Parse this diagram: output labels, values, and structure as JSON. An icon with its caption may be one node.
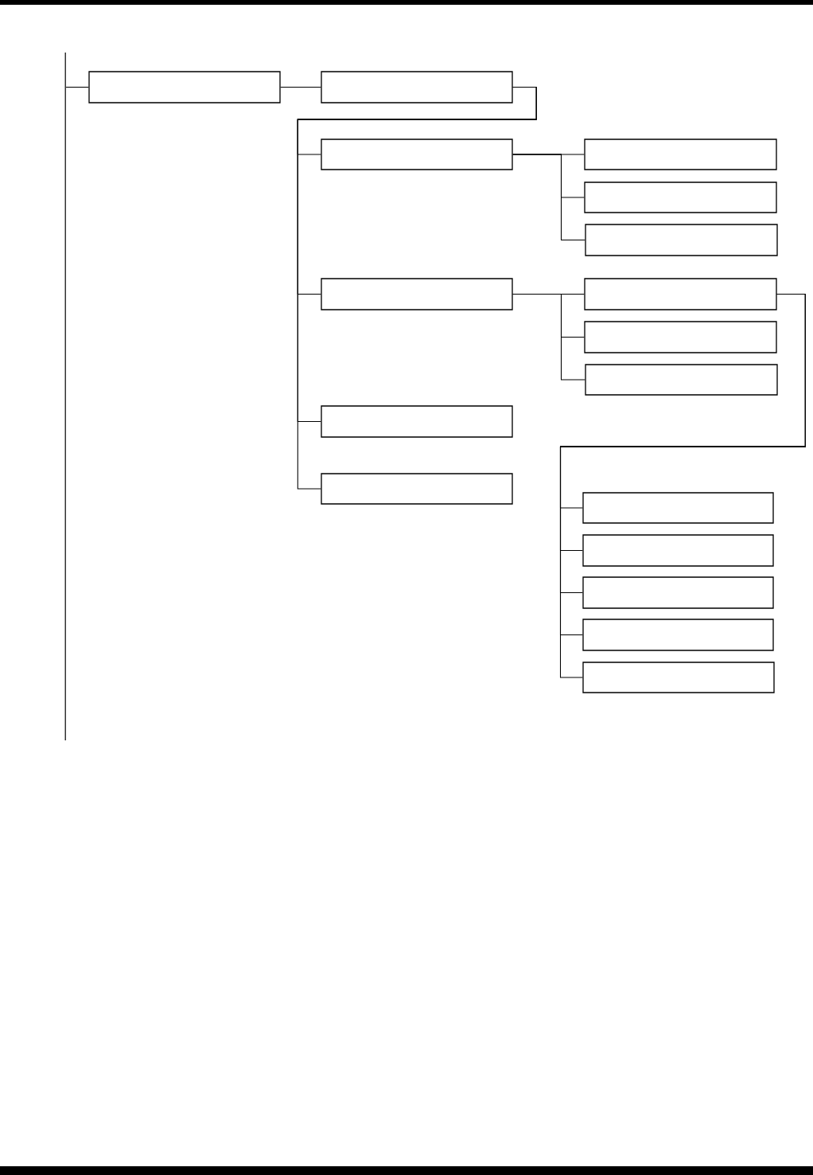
{
  "diagram": {
    "nodes": [
      {
        "text": [],
        "shape": "bar"
      },
      {
        "text": [],
        "shape": "box"
      },
      {
        "text": [],
        "shape": "box"
      },
      {
        "text": [],
        "shape": "box"
      },
      {
        "text": [],
        "shape": "box"
      },
      {
        "text": [],
        "shape": "box"
      },
      {
        "text": [],
        "shape": "box"
      },
      {
        "text": [],
        "shape": "box"
      },
      {
        "text": [],
        "shape": "box"
      },
      {
        "text": [],
        "shape": "box"
      },
      {
        "text": [],
        "shape": "box"
      },
      {
        "text": [],
        "shape": "box"
      },
      {
        "text": [],
        "shape": "box"
      },
      {
        "text": [],
        "shape": "box"
      },
      {
        "text": [],
        "shape": "box"
      },
      {
        "text": [],
        "shape": "box"
      },
      {
        "text": [],
        "shape": "box"
      },
      {
        "text": [],
        "shape": "box"
      }
    ],
    "edges": [
      {
        "from": 0,
        "to": 1,
        "arrow": "none"
      },
      {
        "from": 1,
        "to": 2,
        "arrow": "none"
      },
      {
        "from": 2,
        "to": 3,
        "arrow": "none"
      },
      {
        "from": 2,
        "to": 7,
        "arrow": "none"
      },
      {
        "from": 2,
        "to": 11,
        "arrow": "none"
      },
      {
        "from": 2,
        "to": 12,
        "arrow": "none"
      },
      {
        "from": 3,
        "to": 4,
        "arrow": "none"
      },
      {
        "from": 3,
        "to": 5,
        "arrow": "none"
      },
      {
        "from": 3,
        "to": 6,
        "arrow": "none"
      },
      {
        "from": 7,
        "to": 8,
        "arrow": "none"
      },
      {
        "from": 7,
        "to": 9,
        "arrow": "none"
      },
      {
        "from": 7,
        "to": 10,
        "arrow": "none"
      },
      {
        "from": 8,
        "to": 13,
        "arrow": "none"
      },
      {
        "from": 8,
        "to": 14,
        "arrow": "none"
      },
      {
        "from": 8,
        "to": 15,
        "arrow": "none"
      },
      {
        "from": 8,
        "to": 16,
        "arrow": "none"
      },
      {
        "from": 8,
        "to": 17,
        "arrow": "none"
      }
    ]
  }
}
